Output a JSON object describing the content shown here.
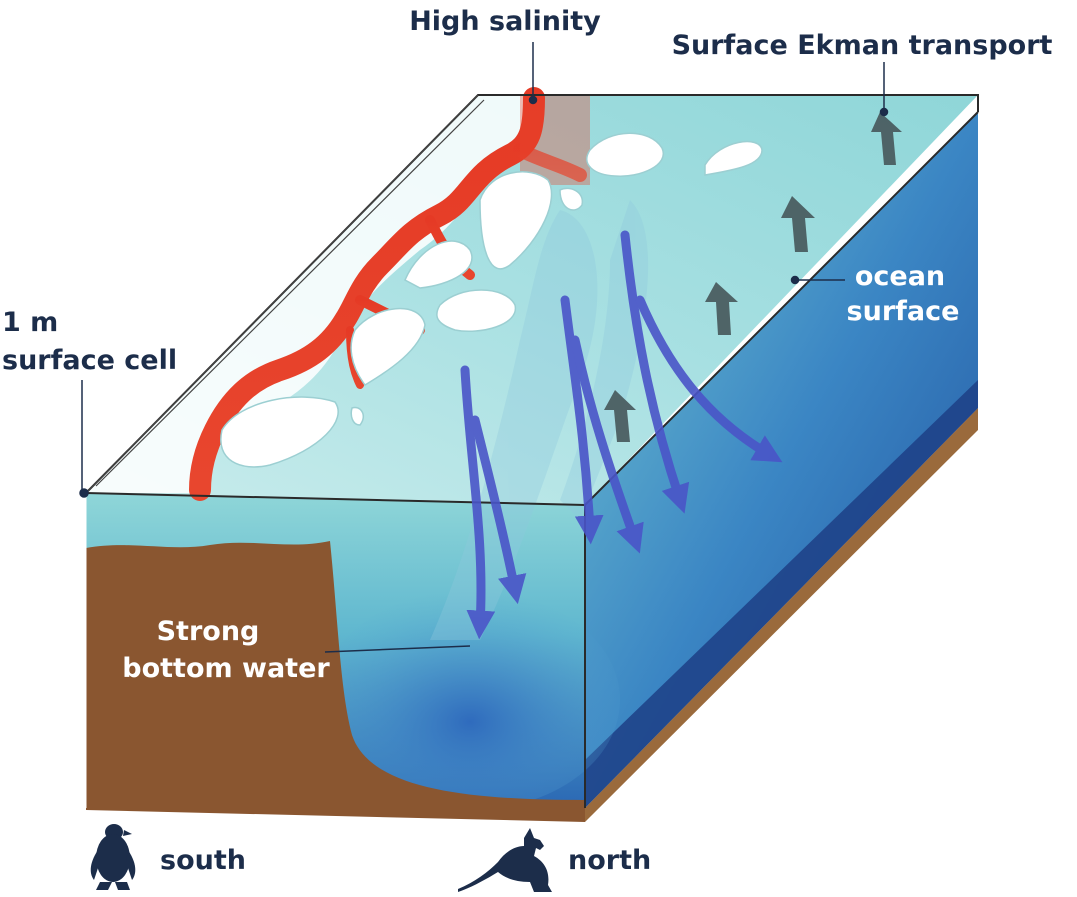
{
  "labels": {
    "high_salinity": "High salinity",
    "ekman": "Surface Ekman transport",
    "surface_cell_1": "1 m",
    "surface_cell_2": "surface cell",
    "ocean_surface_1": "ocean",
    "ocean_surface_2": "surface",
    "bottom_water_1": "Strong",
    "bottom_water_2": "bottom water"
  },
  "legend": {
    "south": "south",
    "north": "north"
  },
  "colors": {
    "label_dark": "#1c2d4a",
    "salinity_red": "#e53a25",
    "seabed_brown": "#8a5630",
    "ocean_light": "#8fd6d8",
    "ocean_deep": "#1f4f9c",
    "flow_arrow": "#4a55c8",
    "ekman_arrow": "#46575a",
    "sea_ice": "#ffffff"
  },
  "icons": {
    "south": "penguin-icon",
    "north": "kangaroo-icon"
  }
}
